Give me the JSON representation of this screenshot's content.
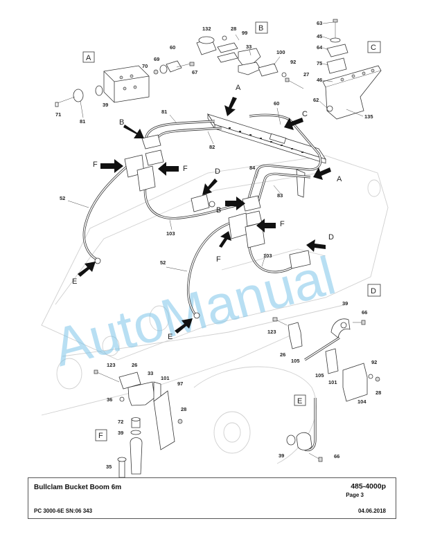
{
  "title_block": {
    "title": "Bullclam Bucket Boom 6m",
    "document": "PC 3000-6E SN:06 343",
    "part_number": "485-4000p",
    "page": "Page 3",
    "date": "04.06.2018"
  },
  "watermark": "AutoManual",
  "detail_boxes": [
    "A",
    "B",
    "C",
    "D",
    "E",
    "F"
  ],
  "view_letters": {
    "a1": "A",
    "a2": "A",
    "b1": "B",
    "b2": "B",
    "c1": "C",
    "d1": "D",
    "d2": "D",
    "e1": "E",
    "e2": "E",
    "f1": "F",
    "f2": "F",
    "f3": "F",
    "f4": "F"
  },
  "callouts": {
    "c132": "132",
    "c28a": "28",
    "c99": "99",
    "c33a": "33",
    "c100": "100",
    "c92a": "92",
    "c27": "27",
    "c60a": "60",
    "c69": "69",
    "c70": "70",
    "c67": "67",
    "c71": "71",
    "c81a": "81",
    "c39a": "39",
    "c63": "63",
    "c45": "45",
    "c64": "64",
    "c75": "75",
    "c46": "46",
    "c62": "62",
    "c135": "135",
    "c81b": "81",
    "c60b": "60",
    "c82": "82",
    "c84": "84",
    "c83": "83",
    "c52a": "52",
    "c103a": "103",
    "c52b": "52",
    "c103b": "103",
    "c39b": "39",
    "c66a": "66",
    "c123a": "123",
    "c26a": "26",
    "c105a": "105",
    "c105b": "105",
    "c101a": "101",
    "c92b": "92",
    "c104": "104",
    "c28b": "28",
    "c123b": "123",
    "c26b": "26",
    "c33b": "33",
    "c101b": "101",
    "c97": "97",
    "c36": "36",
    "c28c": "28",
    "c72": "72",
    "c39c": "39",
    "c35": "35",
    "c39d": "39",
    "c66b": "66"
  }
}
